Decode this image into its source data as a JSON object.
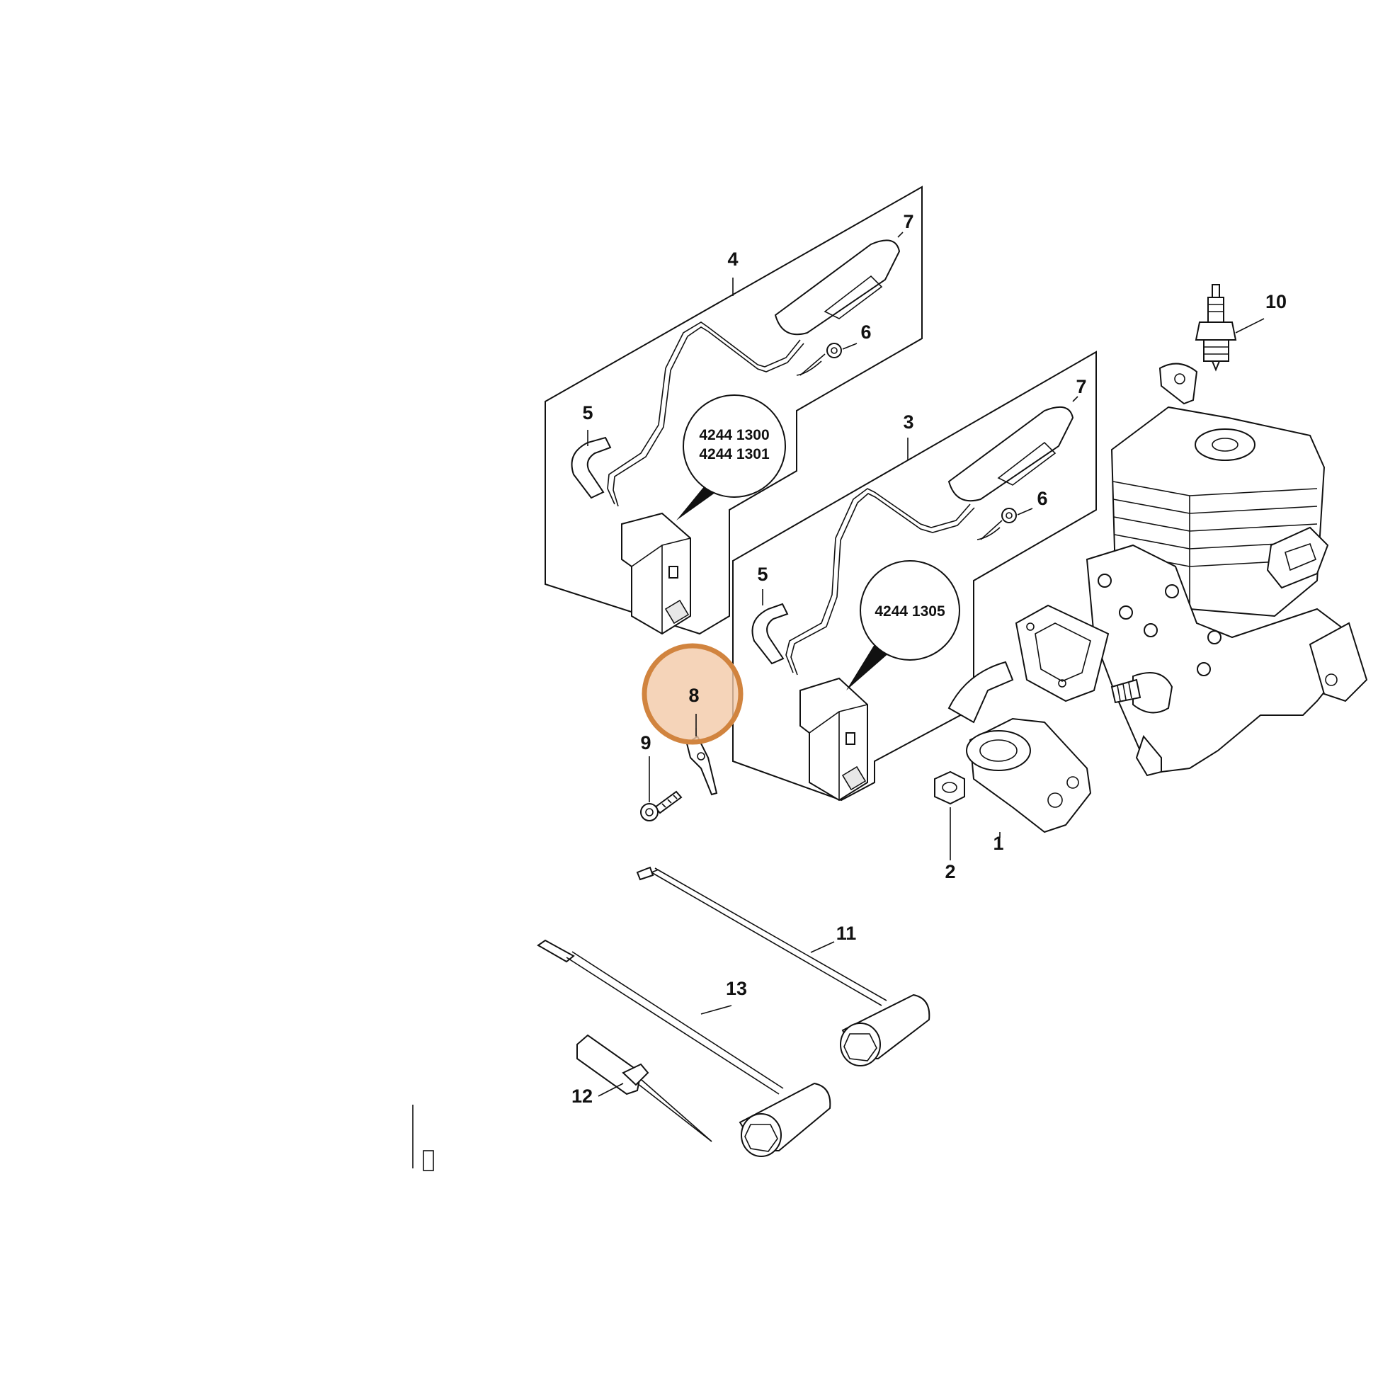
{
  "diagram": {
    "callouts": {
      "c1": "1",
      "c2": "2",
      "c3": "3",
      "c4": "4",
      "c5a": "5",
      "c5b": "5",
      "c6a": "6",
      "c6b": "6",
      "c7a": "7",
      "c7b": "7",
      "c8": "8",
      "c9": "9",
      "c10": "10",
      "c11": "11",
      "c12": "12",
      "c13": "13"
    },
    "part_numbers": {
      "top_line1": "4244 1300",
      "top_line2": "4244 1301",
      "bottom": "4244 1305"
    },
    "highlight": {
      "item": "8",
      "color": "#d1843f",
      "fill": "#f3c9a8"
    }
  }
}
